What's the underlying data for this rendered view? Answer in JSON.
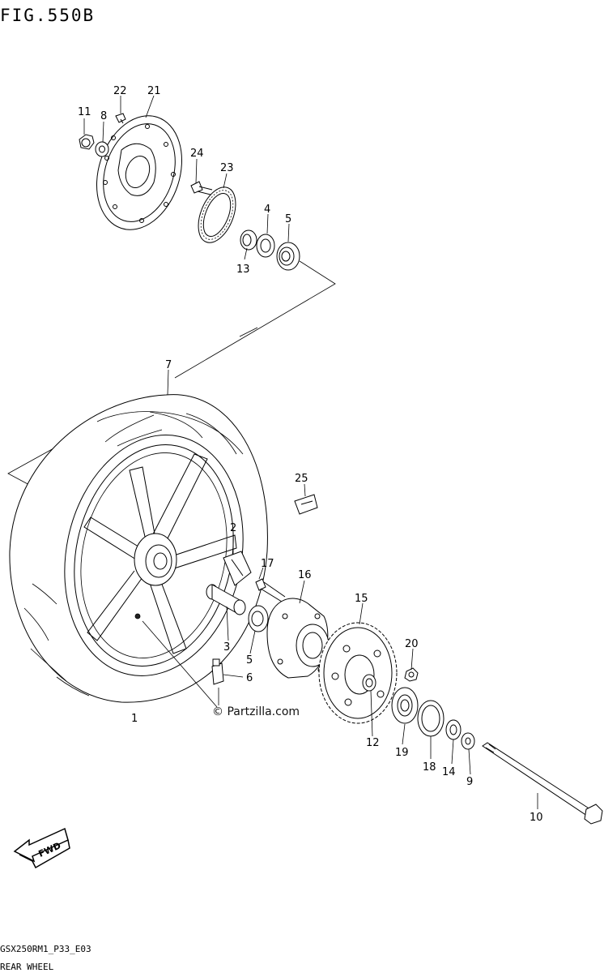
{
  "figure": {
    "title": "FIG.550B"
  },
  "callouts": {
    "c1": "1",
    "c2": "2",
    "c3": "3",
    "c4": "4",
    "c5a": "5",
    "c5b": "5",
    "c6": "6",
    "c7": "7",
    "c8": "8",
    "c9": "9",
    "c10": "10",
    "c11": "11",
    "c12": "12",
    "c13": "13",
    "c14": "14",
    "c15": "15",
    "c16": "16",
    "c17": "17",
    "c18": "18",
    "c19": "19",
    "c20": "20",
    "c21": "21",
    "c22": "22",
    "c23": "23",
    "c24": "24",
    "c25": "25"
  },
  "watermark": "© Partzilla.com",
  "fwd_label": "FWD",
  "footer": {
    "model_code": "GSX250RM1_P33_E03",
    "section_name": "REAR WHEEL"
  }
}
